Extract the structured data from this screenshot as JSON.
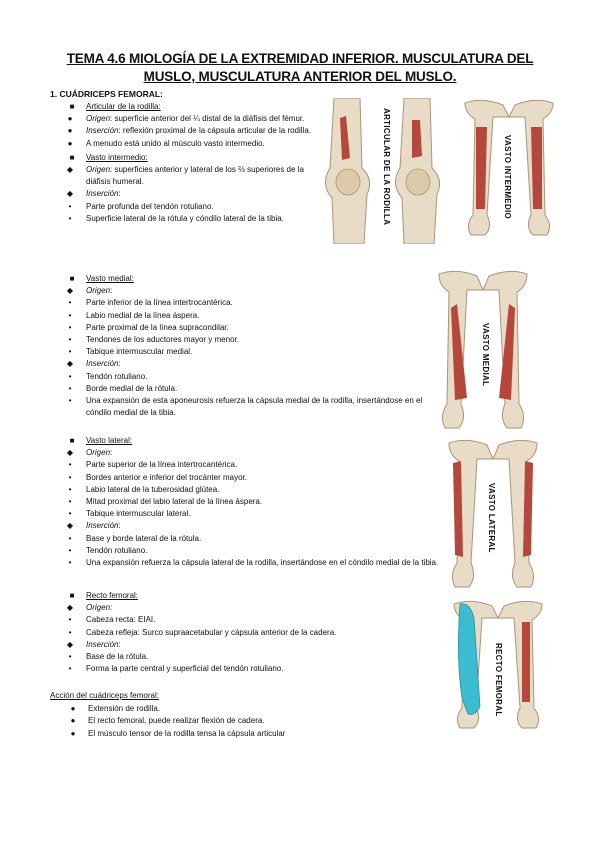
{
  "title": "TEMA 4.6 MIOLOGÍA DE LA EXTREMIDAD INFERIOR. MUSCULATURA DEL MUSLO, MUSCULATURA ANTERIOR DEL MUSLO.",
  "section1": "1. CUÁDRICEPS FEMORAL:",
  "articular": {
    "heading": "Articular de la rodilla:",
    "origin_label": "Origen",
    "origin_text": ": superficie anterior del ¼ distal de la diáfisis del fémur.",
    "insertion_label": "Inserción",
    "insertion_text": ": reflexión proximal de la cápsula articular de la rodilla.",
    "note": "A menudo está unido al músculo vasto intermedio.",
    "fig_label": "ARTICULAR DE LA RODILLA"
  },
  "intermedio": {
    "heading": "Vasto intermedio:",
    "origin_label": "Origen",
    "origin_text": ": superficies anterior y lateral de los ⅔ superiores de la diáfisis humeral.",
    "insertion_label": "Inserción",
    "items": [
      "Parte profunda del tendón rotuliano.",
      "Superficie lateral de la rótula y cóndilo lateral de la tibia."
    ],
    "fig_label": "VASTO INTERMEDIO"
  },
  "medial": {
    "heading": "Vasto medial:",
    "origin_label": "Origen",
    "origin_items": [
      "Parte inferior de la línea intertrocantérica.",
      "Labio medial de la línea áspera.",
      "Parte proximal de la línea supracondilar.",
      "Tendones de los aductores mayor y menor.",
      "Tabique intermuscular medial."
    ],
    "insertion_label": "Inserción",
    "insertion_items": [
      "Tendón rotuliano.",
      "Borde medial de la rótula.",
      "Una expansión de esta aponeurosis refuerza la cápsula medial de la rodilla, insertándose en el cóndilo medial de la tibia."
    ],
    "fig_label": "VASTO MEDIAL"
  },
  "lateral": {
    "heading": "Vasto lateral:",
    "origin_label": "Origen",
    "origin_items": [
      "Parte superior de la línea intertrocantérica.",
      "Bordes anterior e inferior del trocánter mayor.",
      "Labio lateral de la tuberosidad glútea.",
      "Mitad proximal del labio lateral de la línea áspera.",
      "Tabique intermuscular lateral."
    ],
    "insertion_label": "Inserción",
    "insertion_items": [
      "Base y borde lateral de la rótula.",
      "Tendón rotuliano.",
      "Una expansión refuerza la cápsula lateral de la rodilla, insertándose en el cóndilo medial de la tibia."
    ],
    "fig_label": "VASTO LATERAL"
  },
  "recto": {
    "heading": "Recto femoral:",
    "origin_label": "Origen",
    "origin_items": [
      "Cabeza recta: EIAI.",
      "Cabeza refleja: Surco supraacetabular y cápsula anterior de la cadera."
    ],
    "insertion_label": "Inserción",
    "insertion_items": [
      "Base de la rótula.",
      "Forma la parte central y superficial del tendón rotuliano."
    ],
    "fig_label": "RECTO FEMORAL"
  },
  "accion": {
    "heading": "Acción del cuádriceps femoral:",
    "items": [
      "Extensión de rodilla.",
      "El recto femoral, puede realizar flexión de cadera.",
      "El músculo tensor de la rodilla tensa la cápsula articular"
    ]
  },
  "colors": {
    "bone": "#e9dcc6",
    "muscle": "#b5473c",
    "highlight": "#3bbcd0"
  }
}
